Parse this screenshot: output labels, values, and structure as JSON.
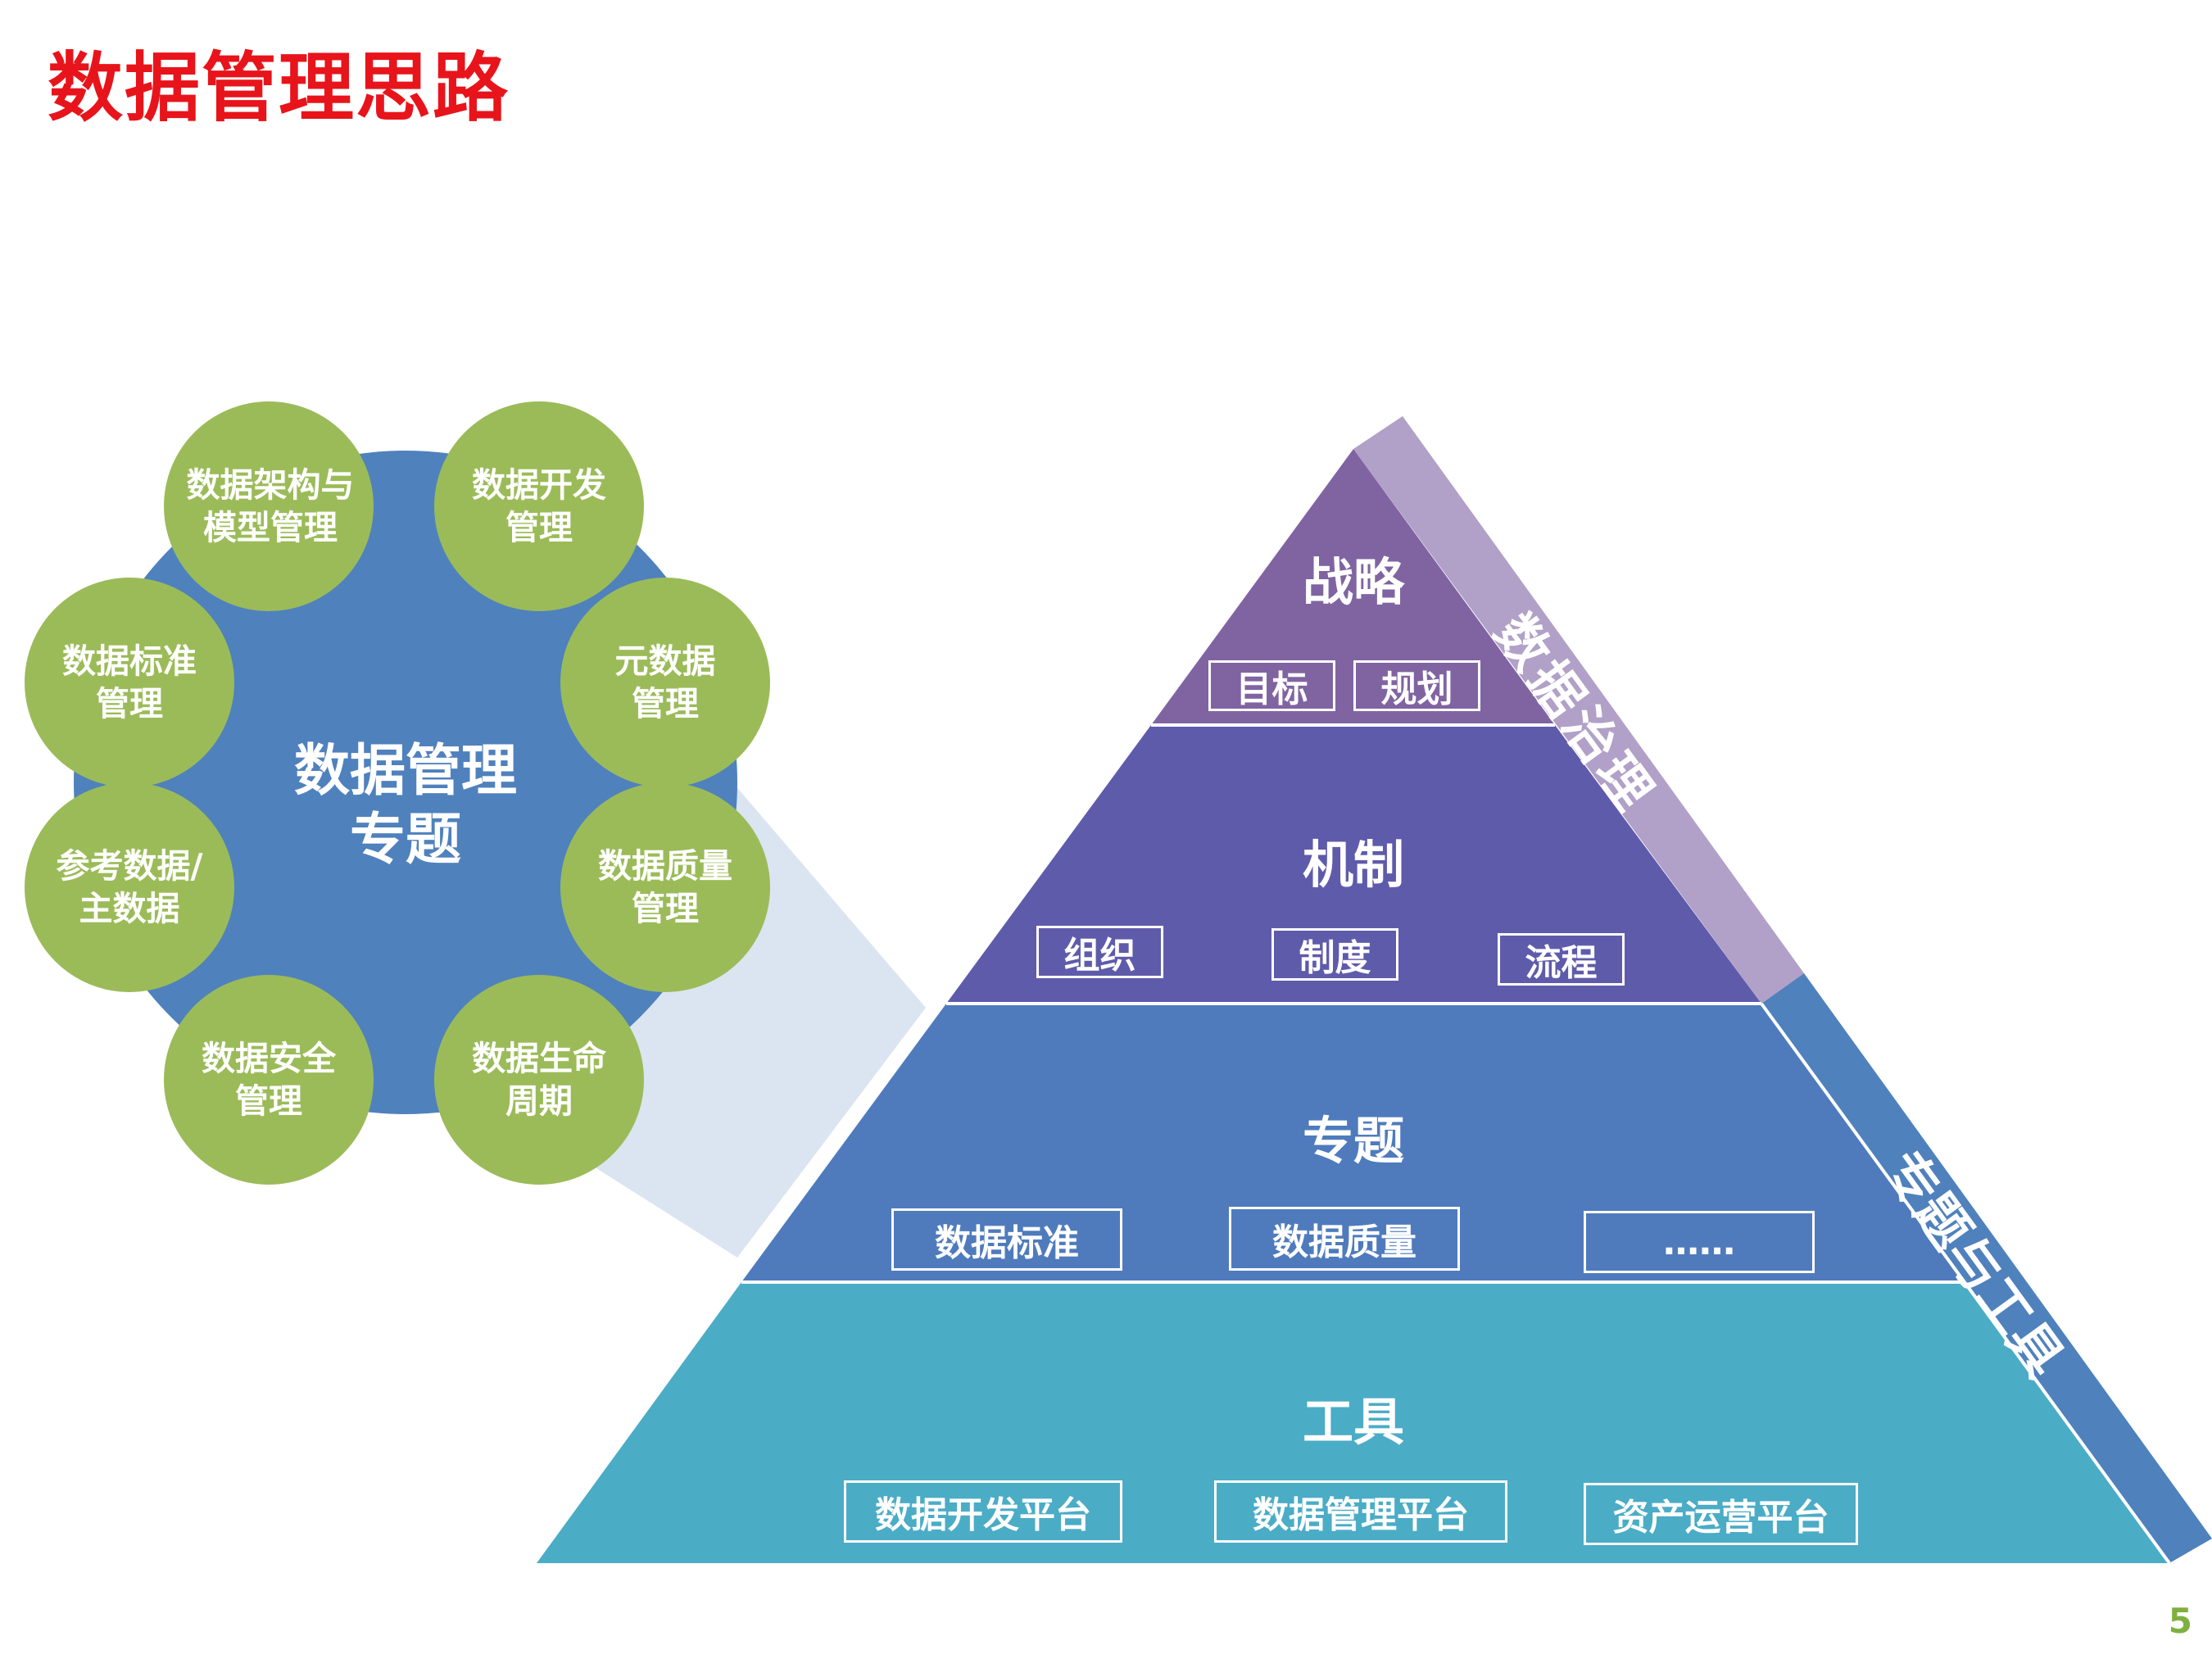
{
  "title": "数据管理思路",
  "hub": {
    "core": "数据管理\n专题",
    "nodes": [
      "数据架构与\n模型管理",
      "数据开发\n管理",
      "元数据\n管理",
      "数据质量\n管理",
      "数据生命\n周期",
      "数据安全\n管理",
      "参考数据/\n主数据",
      "数据标准\n管理"
    ]
  },
  "pyramid": {
    "tiers": [
      {
        "title": "战略",
        "items": [
          "目标",
          "规划"
        ]
      },
      {
        "title": "机制",
        "items": [
          "组织",
          "制度",
          "流程"
        ]
      },
      {
        "title": "专题",
        "items": [
          "数据标准",
          "数据质量",
          "……"
        ]
      },
      {
        "title": "工具",
        "items": [
          "数据开发平台",
          "数据管理平台",
          "资产运营平台"
        ]
      }
    ],
    "side_labels": [
      "数据治理",
      "专题与工具"
    ]
  },
  "colors": {
    "title": "#e8141b",
    "core": "#4f81bd",
    "node": "#9bbb59",
    "tier_strategy": "#8064a2",
    "tier_mechanism": "#5f5bab",
    "tier_topic": "#4f7bbd",
    "tier_tools": "#4bacc6",
    "side_governance": "#b1a0c7",
    "side_tools": "#4f81bd"
  },
  "page_number": "5"
}
